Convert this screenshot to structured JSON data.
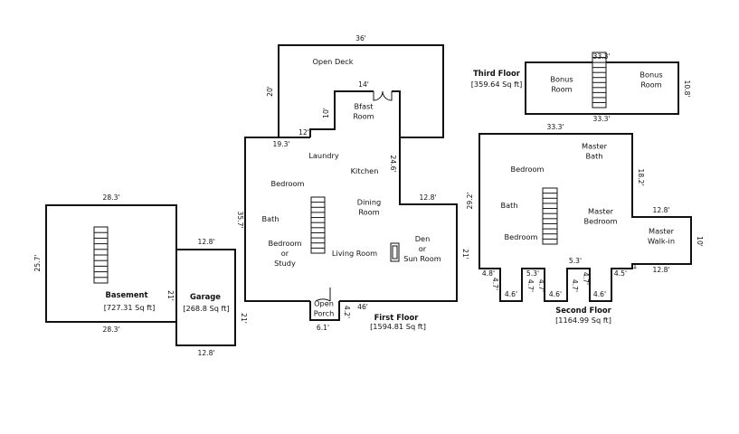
{
  "colors": {
    "line": "#111111",
    "background": "#ffffff"
  },
  "icons": [
    "stairs-icon",
    "door-swing-icon",
    "fireplace-icon"
  ],
  "floors": {
    "basement": {
      "label": "Basement",
      "area": "[727.31 Sq ft]",
      "dims": {
        "top": "28.3'",
        "bottom": "28.3'",
        "left": "25.7'",
        "right": "21'"
      }
    },
    "garage": {
      "label": "Garage",
      "area": "[268.8 Sq ft]",
      "dims": {
        "top": "12.8'",
        "bottom": "12.8'",
        "right": "21'"
      }
    },
    "first": {
      "label": "First Floor",
      "area": "[1594.81 Sq ft]",
      "rooms": {
        "open_deck": "Open Deck",
        "bfast_room": "Bfast\nRoom",
        "laundry": "Laundry",
        "kitchen": "Kitchen",
        "bedroom": "Bedroom",
        "bath": "Bath",
        "dining_room": "Dining\nRoom",
        "bedroom_or_study": "Bedroom\nor\nStudy",
        "living_room": "Living Room",
        "den_or_sun_room": "Den\nor\nSun Room",
        "open_porch": "Open\nPorch"
      },
      "dims": {
        "deck_top": "36'",
        "deck_left": "20'",
        "bfast_top": "14'",
        "bfast_left": "10'",
        "notch_12": "12'",
        "top_left": "19.3'",
        "kitchen_side": "24.6'",
        "den_top": "12.8'",
        "left": "35.7'",
        "right": "21'",
        "bottom": "46'",
        "porch_side": "4.2'",
        "porch_bottom": "6.1'"
      }
    },
    "second": {
      "label": "Second Floor",
      "area": "[1164.99 Sq ft]",
      "rooms": {
        "bedroom_top": "Bedroom",
        "master_bath": "Master\nBath",
        "bath": "Bath",
        "master_bedroom": "Master\nBedroom",
        "bedroom_bottom": "Bedroom",
        "master_walkin": "Master\nWalk-in"
      },
      "dims": {
        "top": "33.3'",
        "right_upper": "18.2'",
        "left": "29.2'",
        "walkin_top": "12.8'",
        "walkin_right": "10'",
        "walkin_bottom": "12.8'",
        "seg_4_8": "4.8'",
        "seg_4_7_a": "4.7'",
        "seg_4_6_a": "4.6'",
        "seg_5_3_a": "5.3'",
        "seg_4_7_b": "4.7'",
        "seg_4_6_b": "4.6'",
        "seg_4_7_c": "4.7'",
        "seg_5_3_b": "5.3'",
        "seg_4_7_d": "4.7'",
        "seg_4_6_c": "4.6'",
        "seg_4_5": "4.5'",
        "seg_4_7_e": "4.7'",
        "seg_1": "1'"
      }
    },
    "third": {
      "label": "Third Floor",
      "area": "[359.64 Sq ft]",
      "rooms": {
        "bonus_left": "Bonus\nRoom",
        "bonus_right": "Bonus\nRoom"
      },
      "dims": {
        "top": "33.3'",
        "bottom": "33.3'",
        "right": "10.8'"
      }
    }
  }
}
